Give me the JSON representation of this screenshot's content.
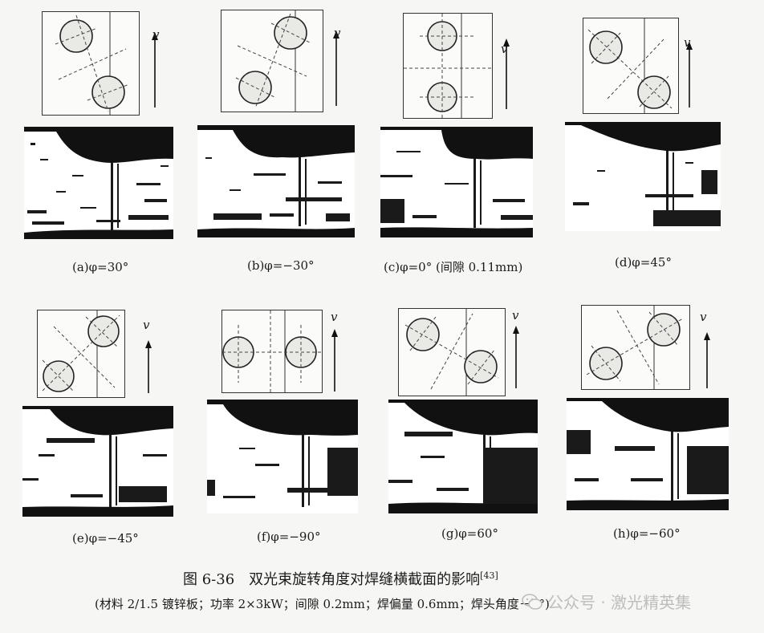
{
  "panels": [
    {
      "caption": "(a)φ=30°",
      "velocity_symbol": "v"
    },
    {
      "caption": "(b)φ=−30°",
      "velocity_symbol": "v"
    },
    {
      "caption": "(c)φ=0° (间隙 0.11mm)",
      "velocity_symbol": "v"
    },
    {
      "caption": "(d)φ=45°",
      "velocity_symbol": "v"
    },
    {
      "caption": "(e)φ=−45°",
      "velocity_symbol": "v"
    },
    {
      "caption": "(f)φ=−90°",
      "velocity_symbol": "v"
    },
    {
      "caption": "(g)φ=60°",
      "velocity_symbol": "v"
    },
    {
      "caption": "(h)φ=−60°",
      "velocity_symbol": "v"
    }
  ],
  "figure": {
    "title": "图 6-36　双光束旋转角度对焊缝横截面的影响",
    "ref": "[43]",
    "note": "(材料 2/1.5 镀锌板；功率 2×3kW；间隙 0.2mm；焊偏量 0.6mm；焊头角度－6°)"
  },
  "watermark": {
    "text": "公众号 · 激光精英集",
    "icon": "wechat-icon"
  }
}
